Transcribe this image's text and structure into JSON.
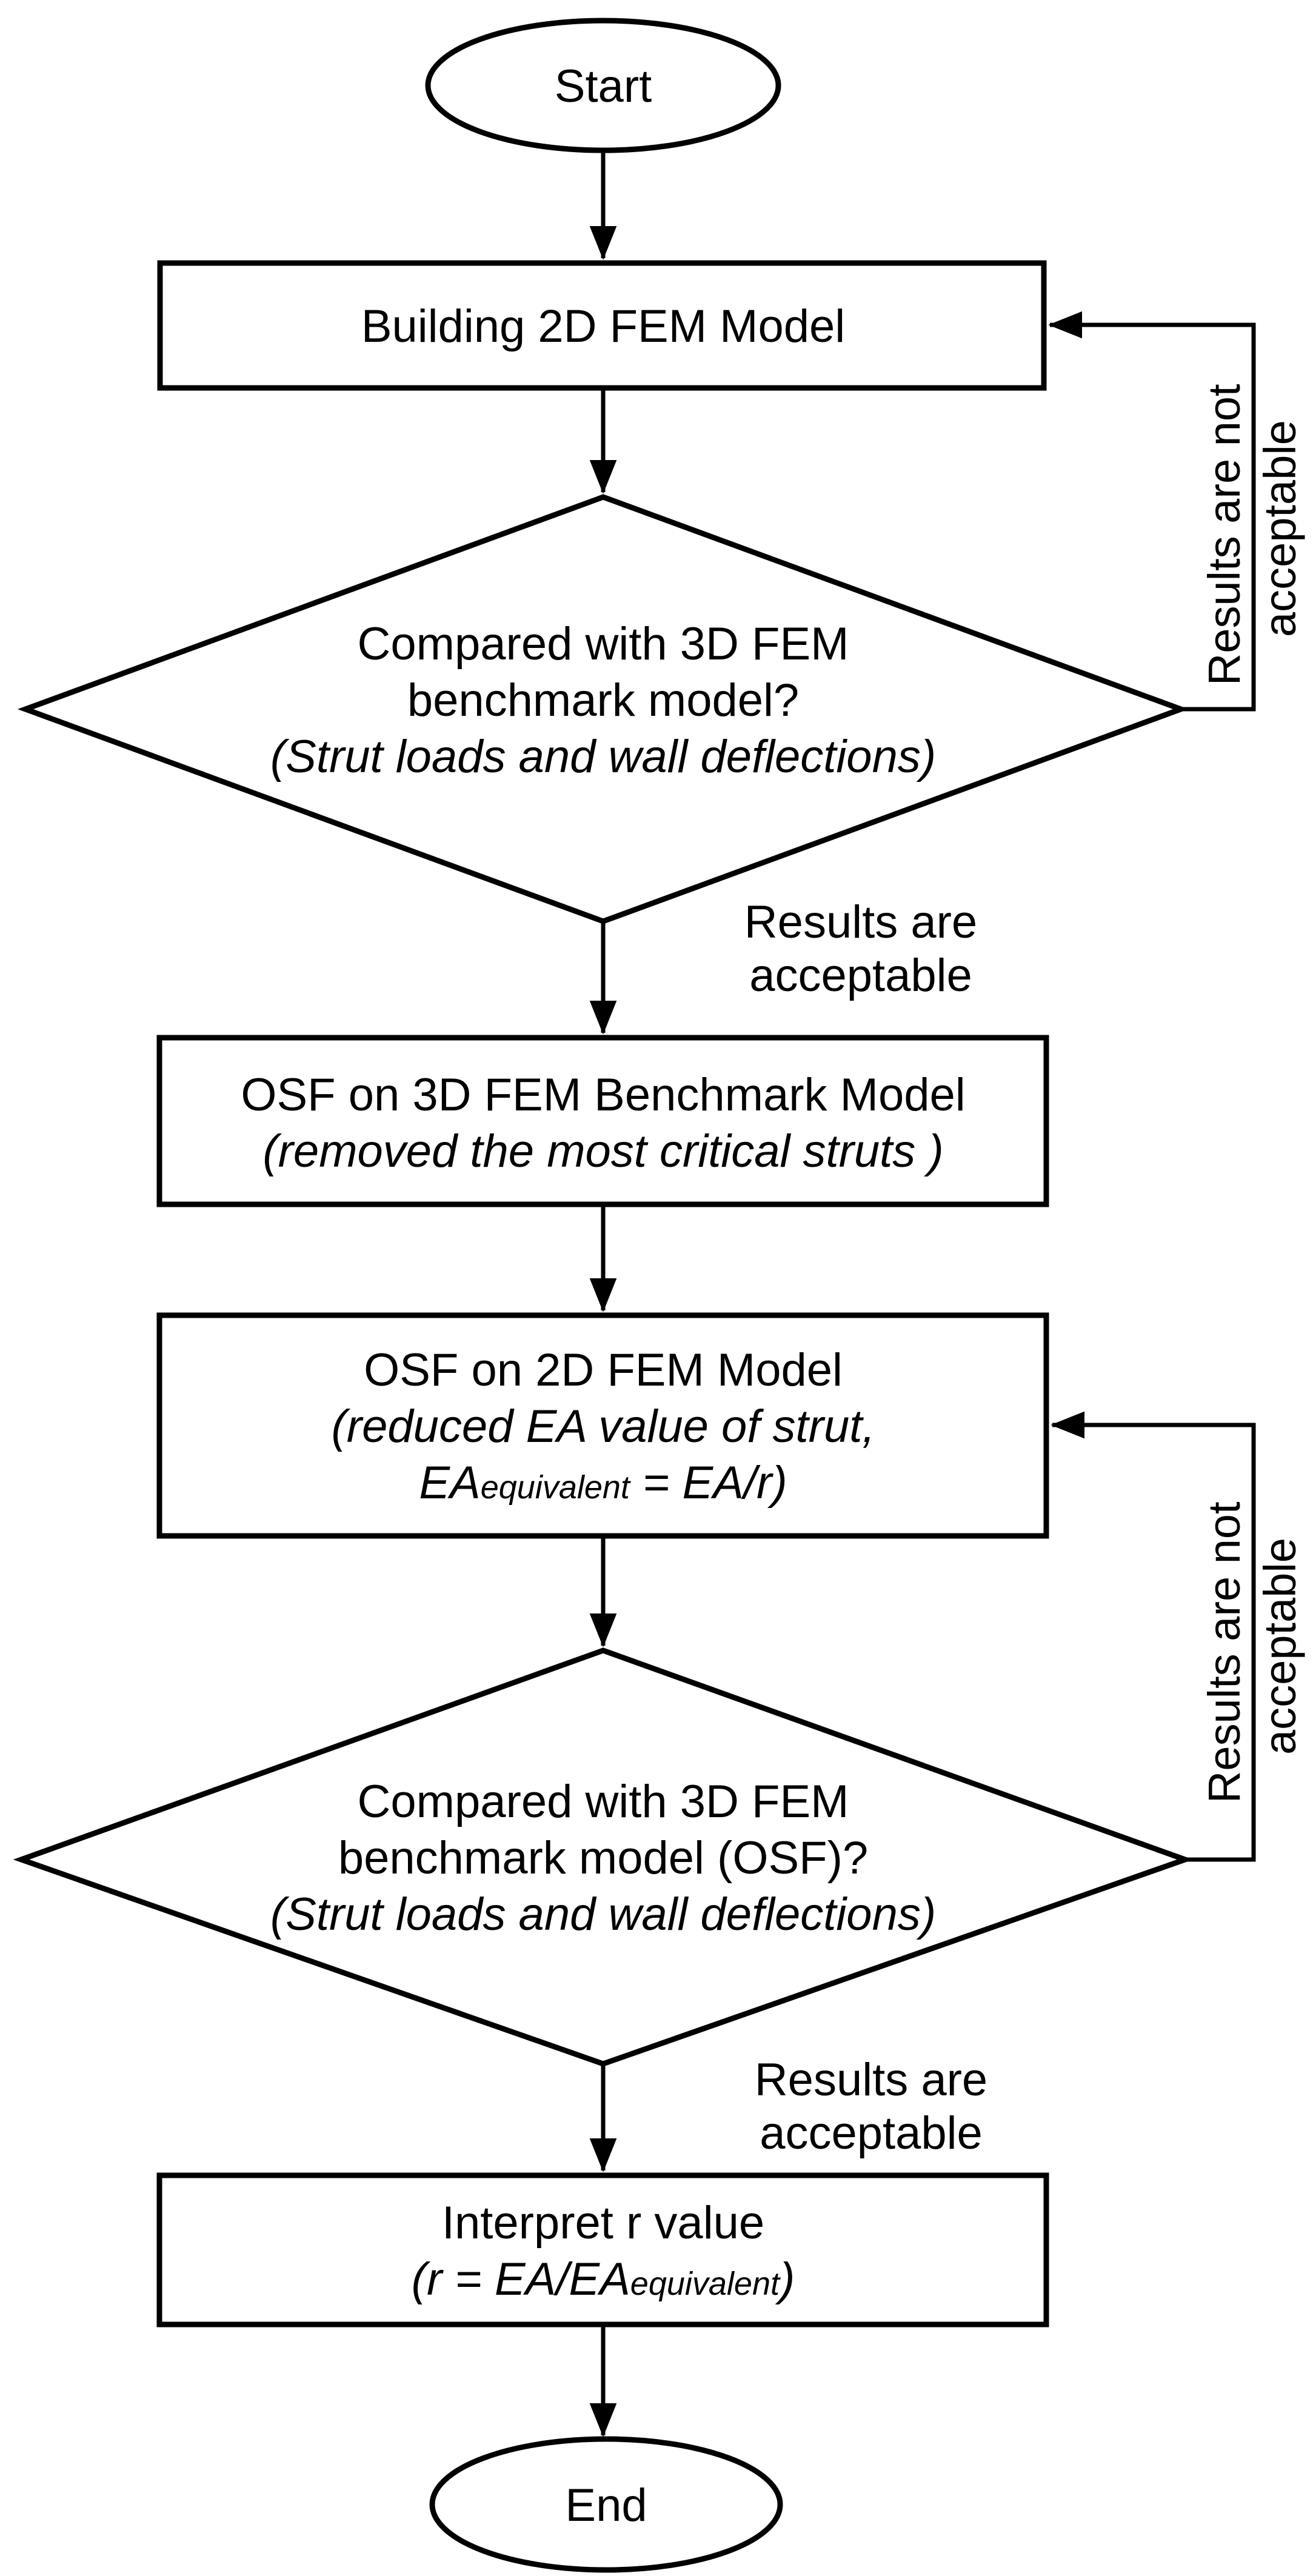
{
  "diagram": {
    "title": "2D FEM strut reduction flowchart",
    "colors": {
      "stroke": "#000000",
      "background": "#ffffff"
    },
    "nodes": {
      "start": {
        "type": "terminator",
        "label": "Start"
      },
      "build_2d": {
        "type": "process",
        "line1": "Building 2D FEM Model"
      },
      "decision1": {
        "type": "decision",
        "line1": "Compared with 3D FEM",
        "line2": "benchmark model?",
        "line3": "(Strut loads and wall deflections)"
      },
      "osf_3d": {
        "type": "process",
        "line1": "OSF on 3D FEM Benchmark Model",
        "line2": "(removed the most critical struts )"
      },
      "osf_2d": {
        "type": "process",
        "line1": "OSF on 2D FEM Model",
        "line2": "(reduced EA value of strut,",
        "line3_base": "EA",
        "line3_sub": "equivalent",
        "line3_rest": " = EA/r)"
      },
      "decision2": {
        "type": "decision",
        "line1": "Compared with 3D FEM",
        "line2": "benchmark model (OSF)?",
        "line3": "(Strut loads and wall deflections)"
      },
      "interpret": {
        "type": "process",
        "line1": "Interpret r value",
        "line2_pre": "(r = EA/EA",
        "line2_sub": "equivalent",
        "line2_post": ")"
      },
      "end": {
        "type": "terminator",
        "label": "End"
      }
    },
    "edge_labels": {
      "acceptable1": {
        "line1": "Results are",
        "line2": "acceptable"
      },
      "acceptable2": {
        "line1": "Results are",
        "line2": "acceptable"
      },
      "not_acceptable1": {
        "line1": "Results are not",
        "line2": "acceptable"
      },
      "not_acceptable2": {
        "line1": "Results are not",
        "line2": "acceptable"
      }
    }
  }
}
